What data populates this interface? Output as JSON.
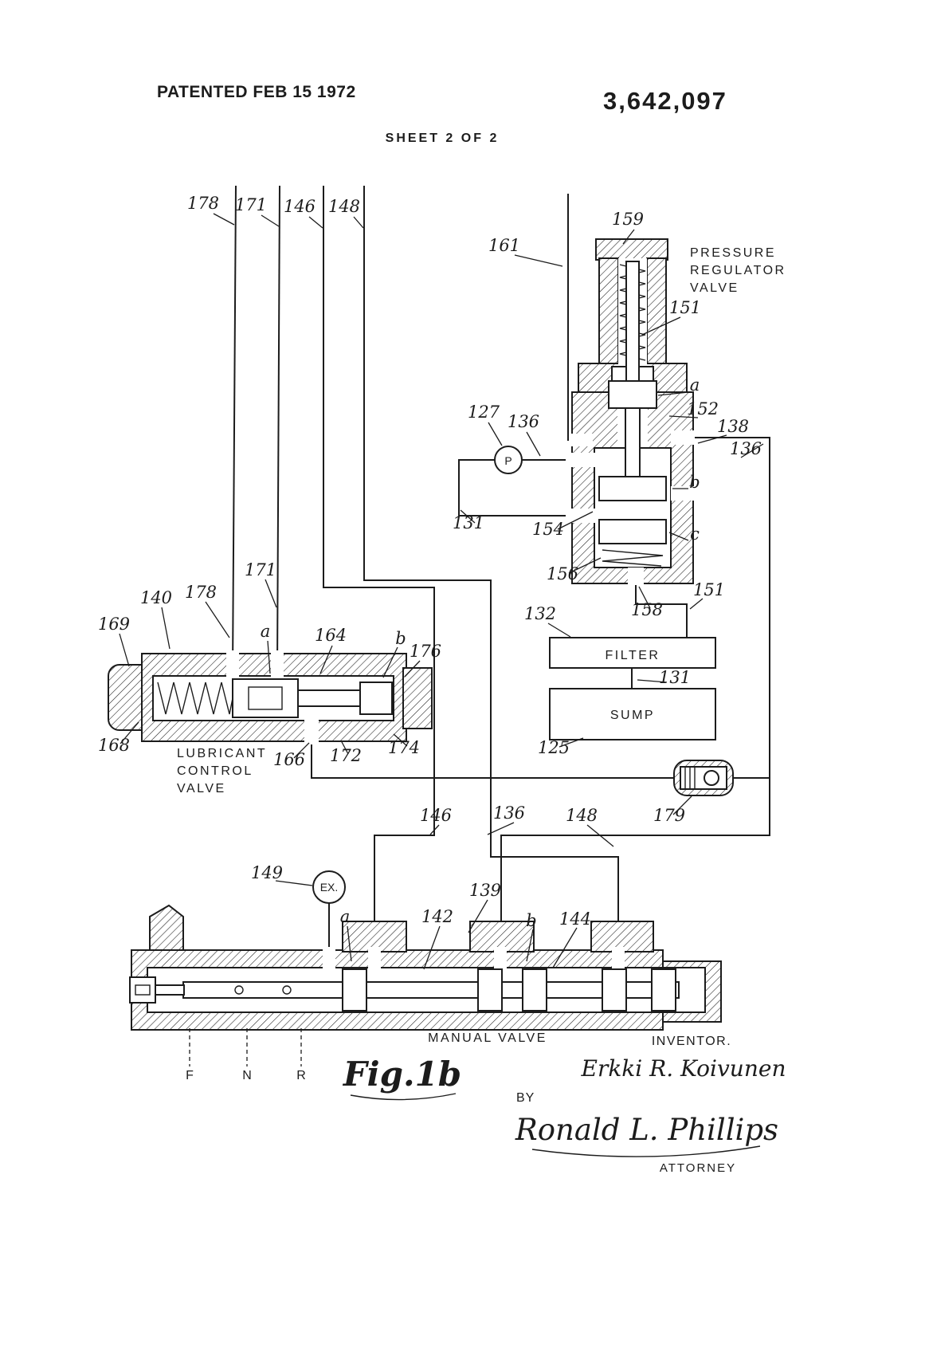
{
  "header": {
    "patented": "PATENTED FEB 15 1972",
    "patent_number": "3,642,097",
    "sheet": "SHEET 2 OF 2"
  },
  "figure": {
    "caption": "Fig.1b",
    "manual_valve": "MANUAL VALVE",
    "filter": "FILTER",
    "sump": "SUMP",
    "pump_symbol": "P",
    "exhaust_symbol": "EX.",
    "pressure_regulator_valve_lines": [
      "PRESSURE",
      "REGULATOR",
      "VALVE"
    ],
    "lubricant_control_valve_lines": [
      "LUBRICANT",
      "CONTROL",
      "VALVE"
    ],
    "positions": {
      "f": "F",
      "n": "N",
      "r": "R"
    }
  },
  "refs": {
    "pipe178": "178",
    "pipe171": "171",
    "pipe146": "146",
    "pipe148": "148",
    "n161": "161",
    "n159": "159",
    "n151_top": "151",
    "n127": "127",
    "n136_pump": "136",
    "a_reg": "a",
    "n152": "152",
    "n138": "138",
    "n136_right": "136",
    "n131_pump": "131",
    "n154": "154",
    "b_reg": "b",
    "c_reg": "c",
    "n156": "156",
    "n158": "158",
    "n151_right": "151",
    "n132": "132",
    "n131_filter": "131",
    "n125": "125",
    "n140": "140",
    "n178_lcv": "178",
    "n169": "169",
    "n171_lcv": "171",
    "a_lcv": "a",
    "n164": "164",
    "b_lcv": "b",
    "n176": "176",
    "n168": "168",
    "n166": "166",
    "n172": "172",
    "n174": "174",
    "n146_mid": "146",
    "n136_mid": "136",
    "n148_mid": "148",
    "n179": "179",
    "n149": "149",
    "n139": "139",
    "n142": "142",
    "n144": "144",
    "a_mv": "a",
    "b_mv": "b"
  },
  "signature": {
    "inventor_label": "INVENTOR.",
    "inventor_name": "Erkki R. Koivunen",
    "by_label": "BY",
    "attorney_signature": "Ronald L. Phillips",
    "attorney_label": "ATTORNEY"
  }
}
